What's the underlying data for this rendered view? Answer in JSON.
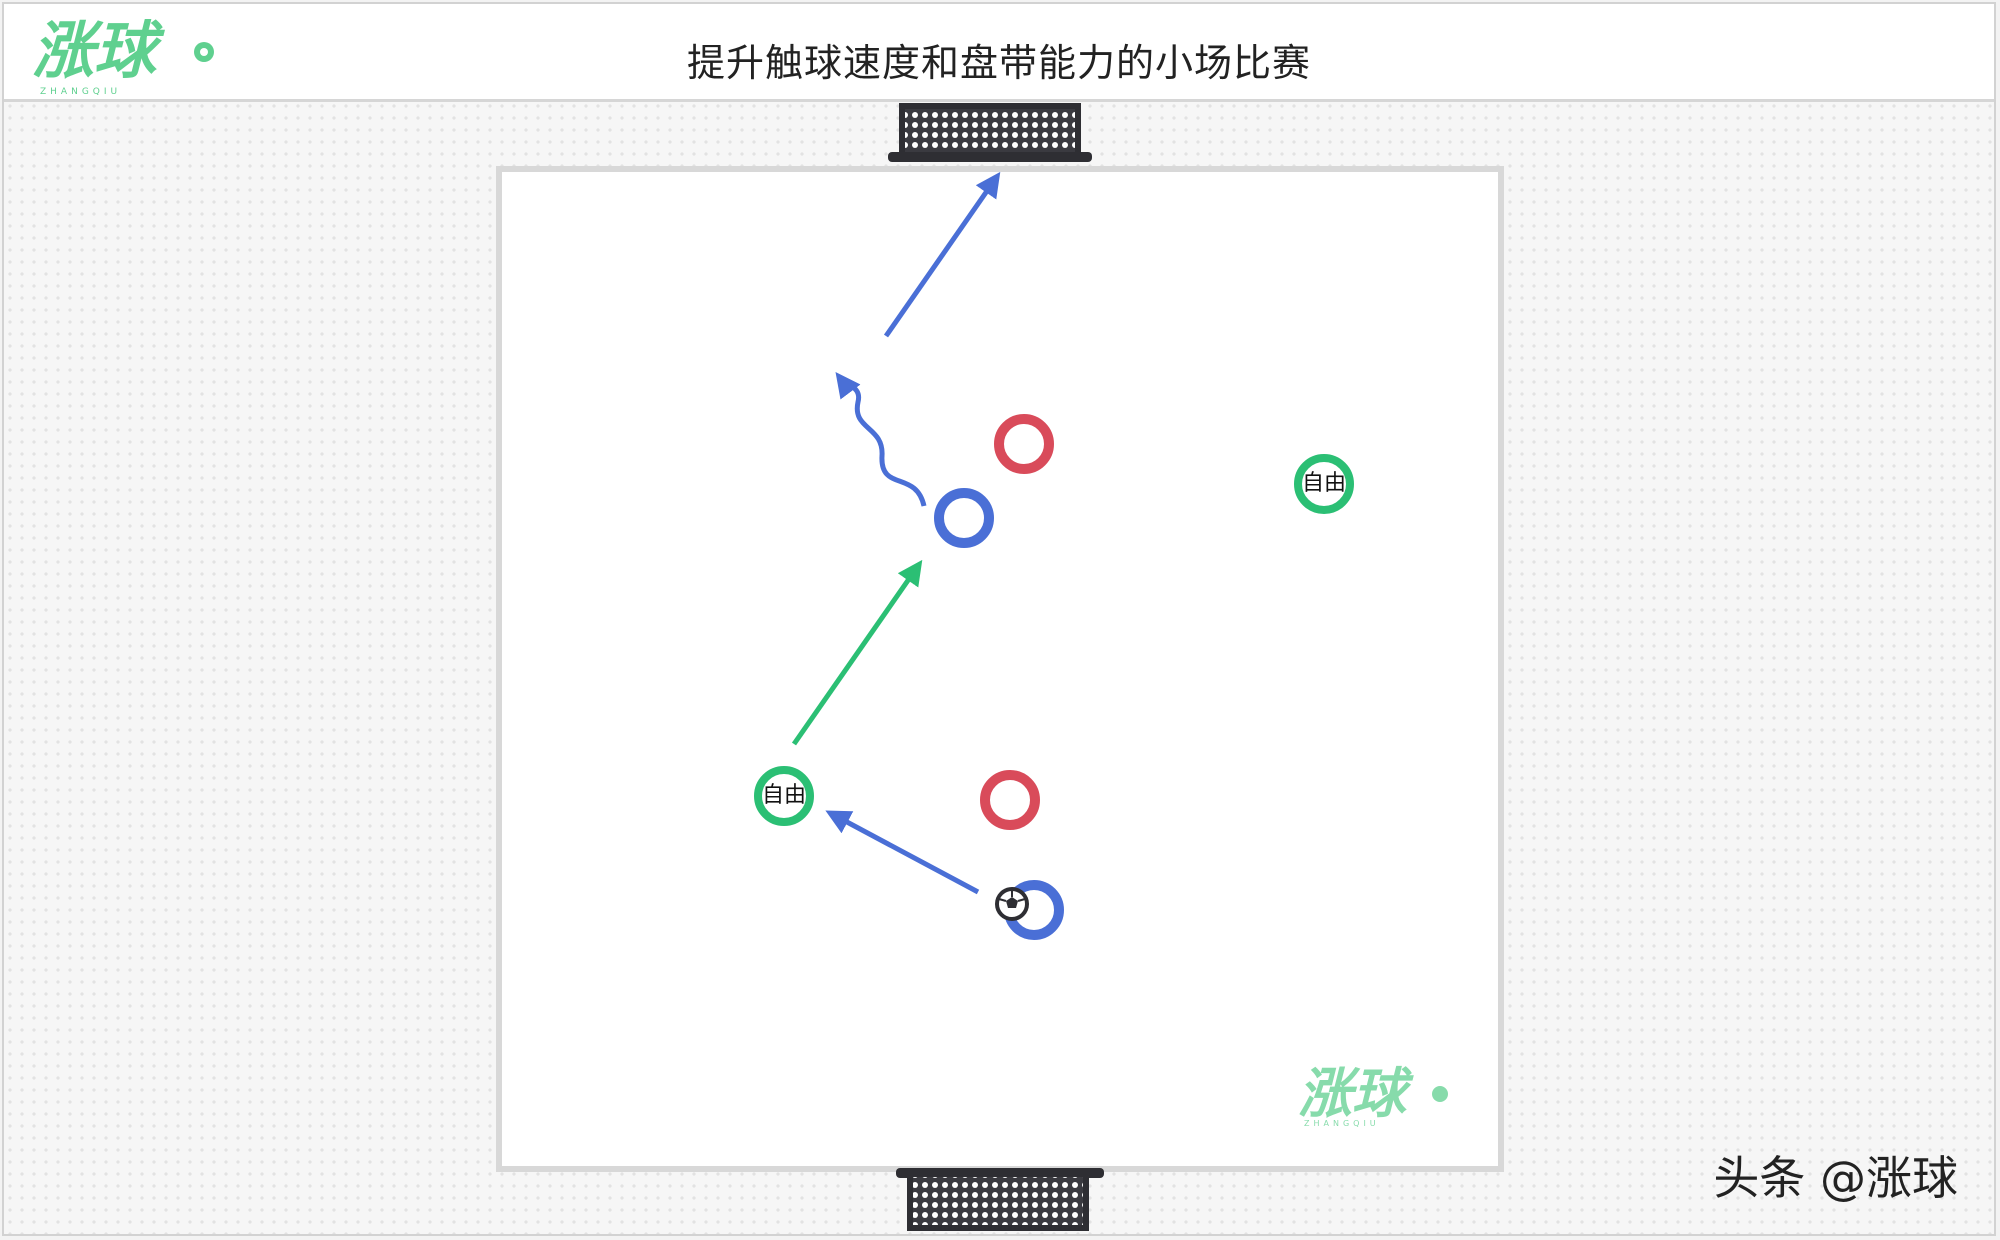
{
  "header": {
    "logo_text": "涨球",
    "logo_subtext": "ZHANGQIU",
    "title": "提升触球速度和盘带能力的小场比赛"
  },
  "players": {
    "free_label": "自由"
  },
  "field_logo": {
    "text": "涨球",
    "subtext": "ZHANGQIU"
  },
  "watermark": "头条 @涨球",
  "colors": {
    "blue_team": "#4a6fd6",
    "red_team": "#d94b5a",
    "free_player": "#2bbf74",
    "logo_green": "#5fd08f",
    "goal_dark": "#2e2e33"
  },
  "icons": [
    "soccer-ball-icon",
    "goal-net-icon",
    "pass-arrow-icon",
    "dribble-arrow-icon"
  ]
}
